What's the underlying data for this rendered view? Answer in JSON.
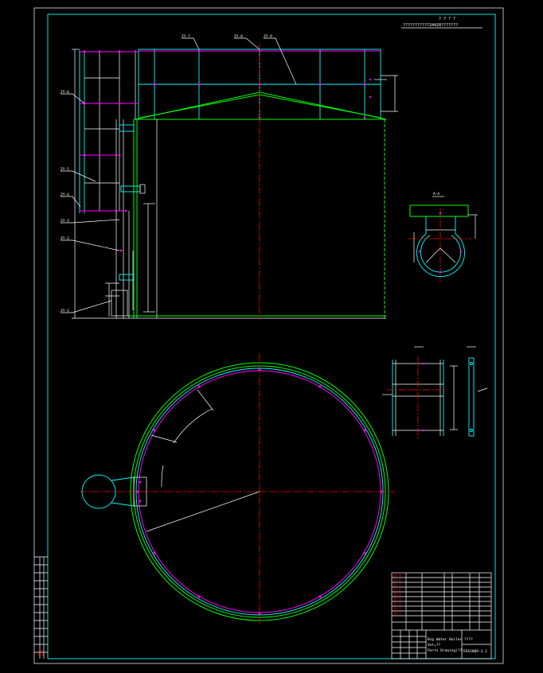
{
  "colors": {
    "background": "#000000",
    "frame": "#ffffff",
    "frame_inner": "#00ffff",
    "structure": "#00ffff",
    "tank": "#00ff00",
    "joints": "#ff00ff",
    "centerline": "#ff0000"
  },
  "header": {
    "line1": "? ? ? ?",
    "line2": "???????????24420???????"
  },
  "labels": {
    "zy7": "ZY-7",
    "zy8": "ZY-8",
    "zy9": "ZY-9",
    "zy6": "ZY-6",
    "zy5": "ZY-5",
    "zy4": "ZY-4",
    "zy3": "ZY-3",
    "zy2": "ZY-2",
    "zy1": "ZY-1",
    "section_aa": "A-A"
  },
  "parts_list": [
    {
      "code": "ZY-9"
    },
    {
      "code": "ZY-8"
    },
    {
      "code": "ZY-7"
    },
    {
      "code": "ZY-6"
    },
    {
      "code": "ZY-5"
    },
    {
      "code": "ZY-4"
    },
    {
      "code": "ZY-3"
    },
    {
      "code": "ZY-2"
    },
    {
      "code": "ZY-1"
    }
  ],
  "title_block": {
    "name_line1": "Big Water Boiler ????",
    "name_line2": "Vol=??",
    "name_line3": "Parts Drawing(??)",
    "drawing_no": "JXA2009-3.2"
  }
}
